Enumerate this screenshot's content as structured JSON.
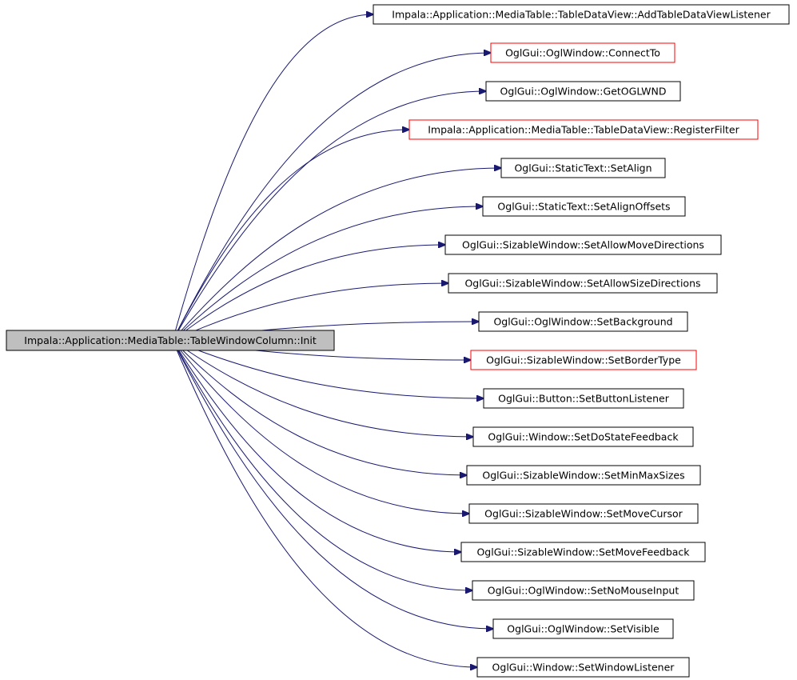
{
  "diagram": {
    "title": "",
    "colors": {
      "edge": "#191970",
      "node_border": "#000000",
      "node_border_undocumented": "#ff0000",
      "root_fill": "#bfbfbf",
      "node_fill": "#ffffff"
    },
    "root": {
      "label": "Impala::Application::MediaTable::TableWindowColumn::Init"
    },
    "callees": [
      {
        "label": "Impala::Application::MediaTable::TableDataView::AddTableDataViewListener",
        "border": "black"
      },
      {
        "label": "OglGui::OglWindow::ConnectTo",
        "border": "red"
      },
      {
        "label": "OglGui::OglWindow::GetOGLWND",
        "border": "black"
      },
      {
        "label": "Impala::Application::MediaTable::TableDataView::RegisterFilter",
        "border": "red"
      },
      {
        "label": "OglGui::StaticText::SetAlign",
        "border": "black"
      },
      {
        "label": "OglGui::StaticText::SetAlignOffsets",
        "border": "black"
      },
      {
        "label": "OglGui::SizableWindow::SetAllowMoveDirections",
        "border": "black"
      },
      {
        "label": "OglGui::SizableWindow::SetAllowSizeDirections",
        "border": "black"
      },
      {
        "label": "OglGui::OglWindow::SetBackground",
        "border": "black"
      },
      {
        "label": "OglGui::SizableWindow::SetBorderType",
        "border": "red"
      },
      {
        "label": "OglGui::Button::SetButtonListener",
        "border": "black"
      },
      {
        "label": "OglGui::Window::SetDoStateFeedback",
        "border": "black"
      },
      {
        "label": "OglGui::SizableWindow::SetMinMaxSizes",
        "border": "black"
      },
      {
        "label": "OglGui::SizableWindow::SetMoveCursor",
        "border": "black"
      },
      {
        "label": "OglGui::SizableWindow::SetMoveFeedback",
        "border": "black"
      },
      {
        "label": "OglGui::OglWindow::SetNoMouseInput",
        "border": "black"
      },
      {
        "label": "OglGui::OglWindow::SetVisible",
        "border": "black"
      },
      {
        "label": "OglGui::Window::SetWindowListener",
        "border": "black"
      }
    ]
  }
}
